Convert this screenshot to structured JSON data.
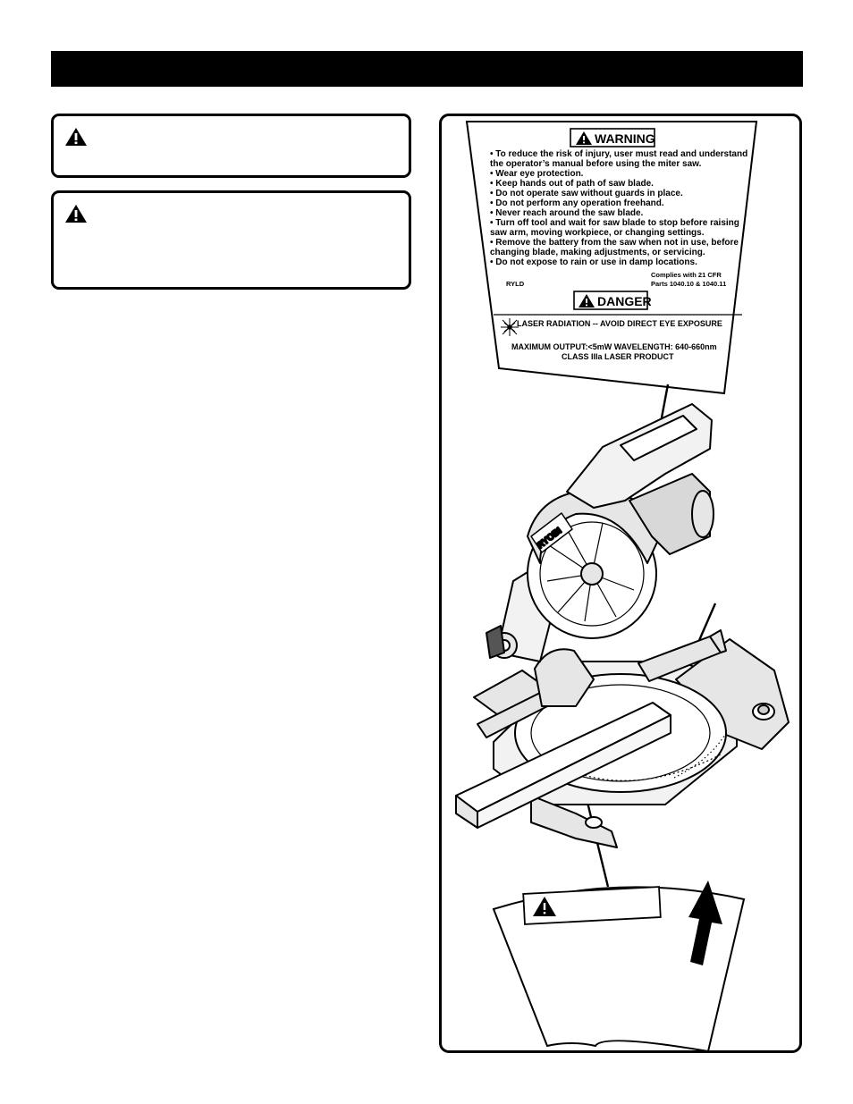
{
  "warning_label": {
    "header": "WARNING",
    "items": [
      "• To reduce the risk of injury, user must read and understand",
      "  the operator’s manual before using the miter saw.",
      "• Wear eye protection.",
      "• Keep hands out of path of saw blade.",
      "• Do not operate saw without guards in place.",
      "• Do not perform any operation freehand.",
      "• Never reach around the saw blade.",
      "• Turn off tool and wait for saw blade to stop before raising",
      "  saw arm, moving workpiece, or changing settings.",
      "• Remove the battery from the saw when not in use, before",
      "  changing blade, making adjustments, or servicing.",
      "• Do not expose to rain or use in damp locations."
    ],
    "brand": "RYLD",
    "compliance_line1": "Complies with 21 CFR",
    "compliance_line2": "Parts 1040.10 & 1040.11",
    "danger_header": "DANGER",
    "laser_line": "LASER RADIATION -- AVOID DIRECT EYE EXPOSURE",
    "output_line": "MAXIMUM OUTPUT:<5mW WAVELENGTH: 640-660nm",
    "class_line": "CLASS IIIa LASER PRODUCT"
  },
  "saw_brand": "RYOBI",
  "colors": {
    "ink": "#000000",
    "paper": "#ffffff",
    "saw_gray": "#e6e6e6"
  }
}
